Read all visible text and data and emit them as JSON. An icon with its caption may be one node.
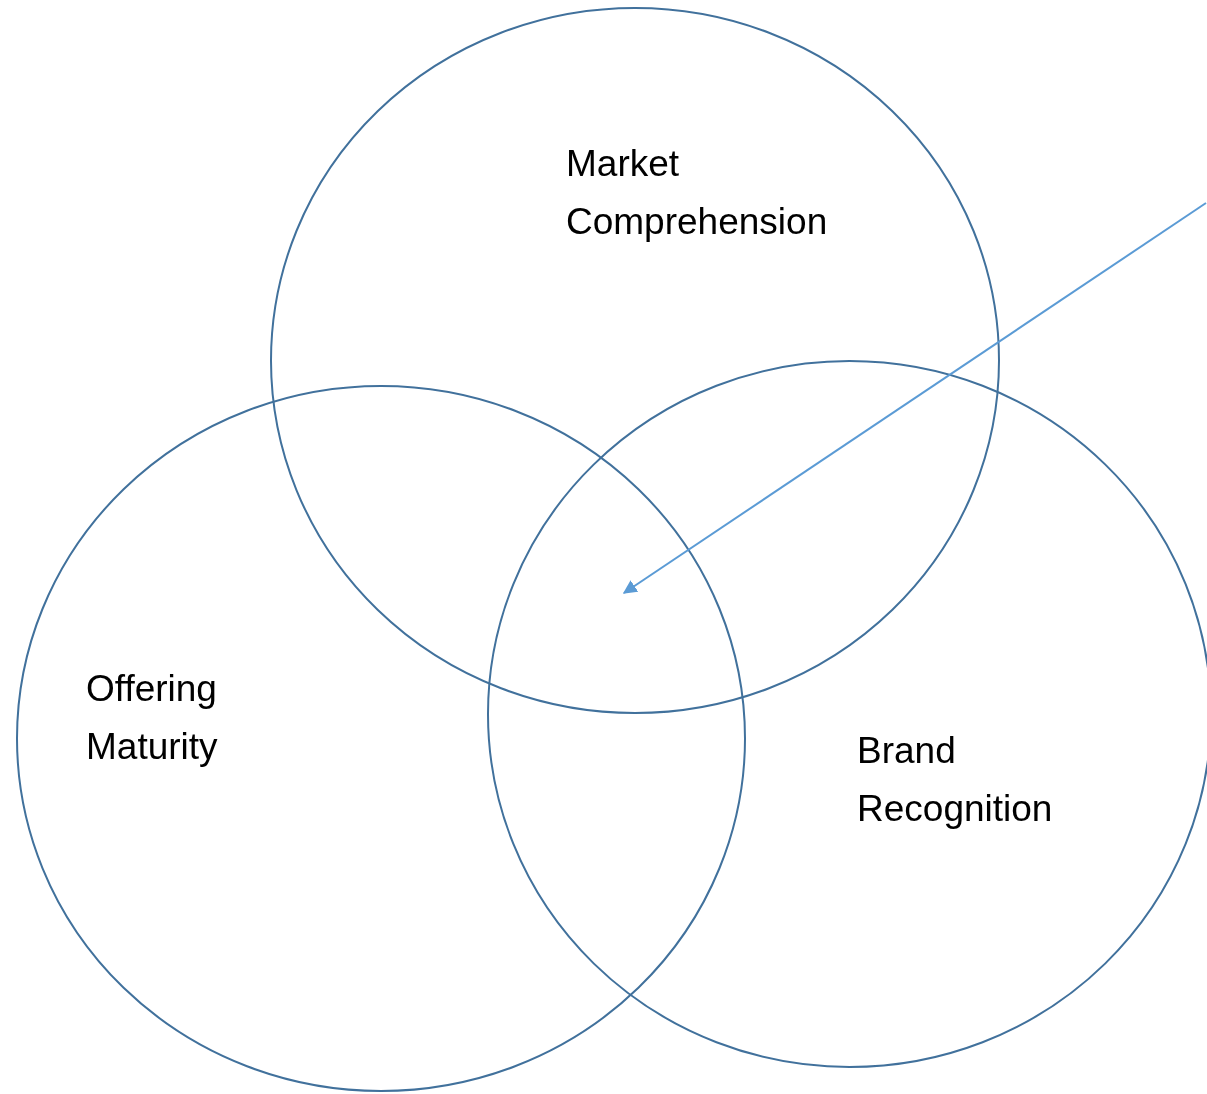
{
  "diagram": {
    "nodes": [
      {
        "text": [
          "Market Comprehension"
        ]
      },
      {
        "text": [
          "Offering Maturity"
        ]
      },
      {
        "text": [
          "Brand Recognition"
        ]
      }
    ]
  }
}
